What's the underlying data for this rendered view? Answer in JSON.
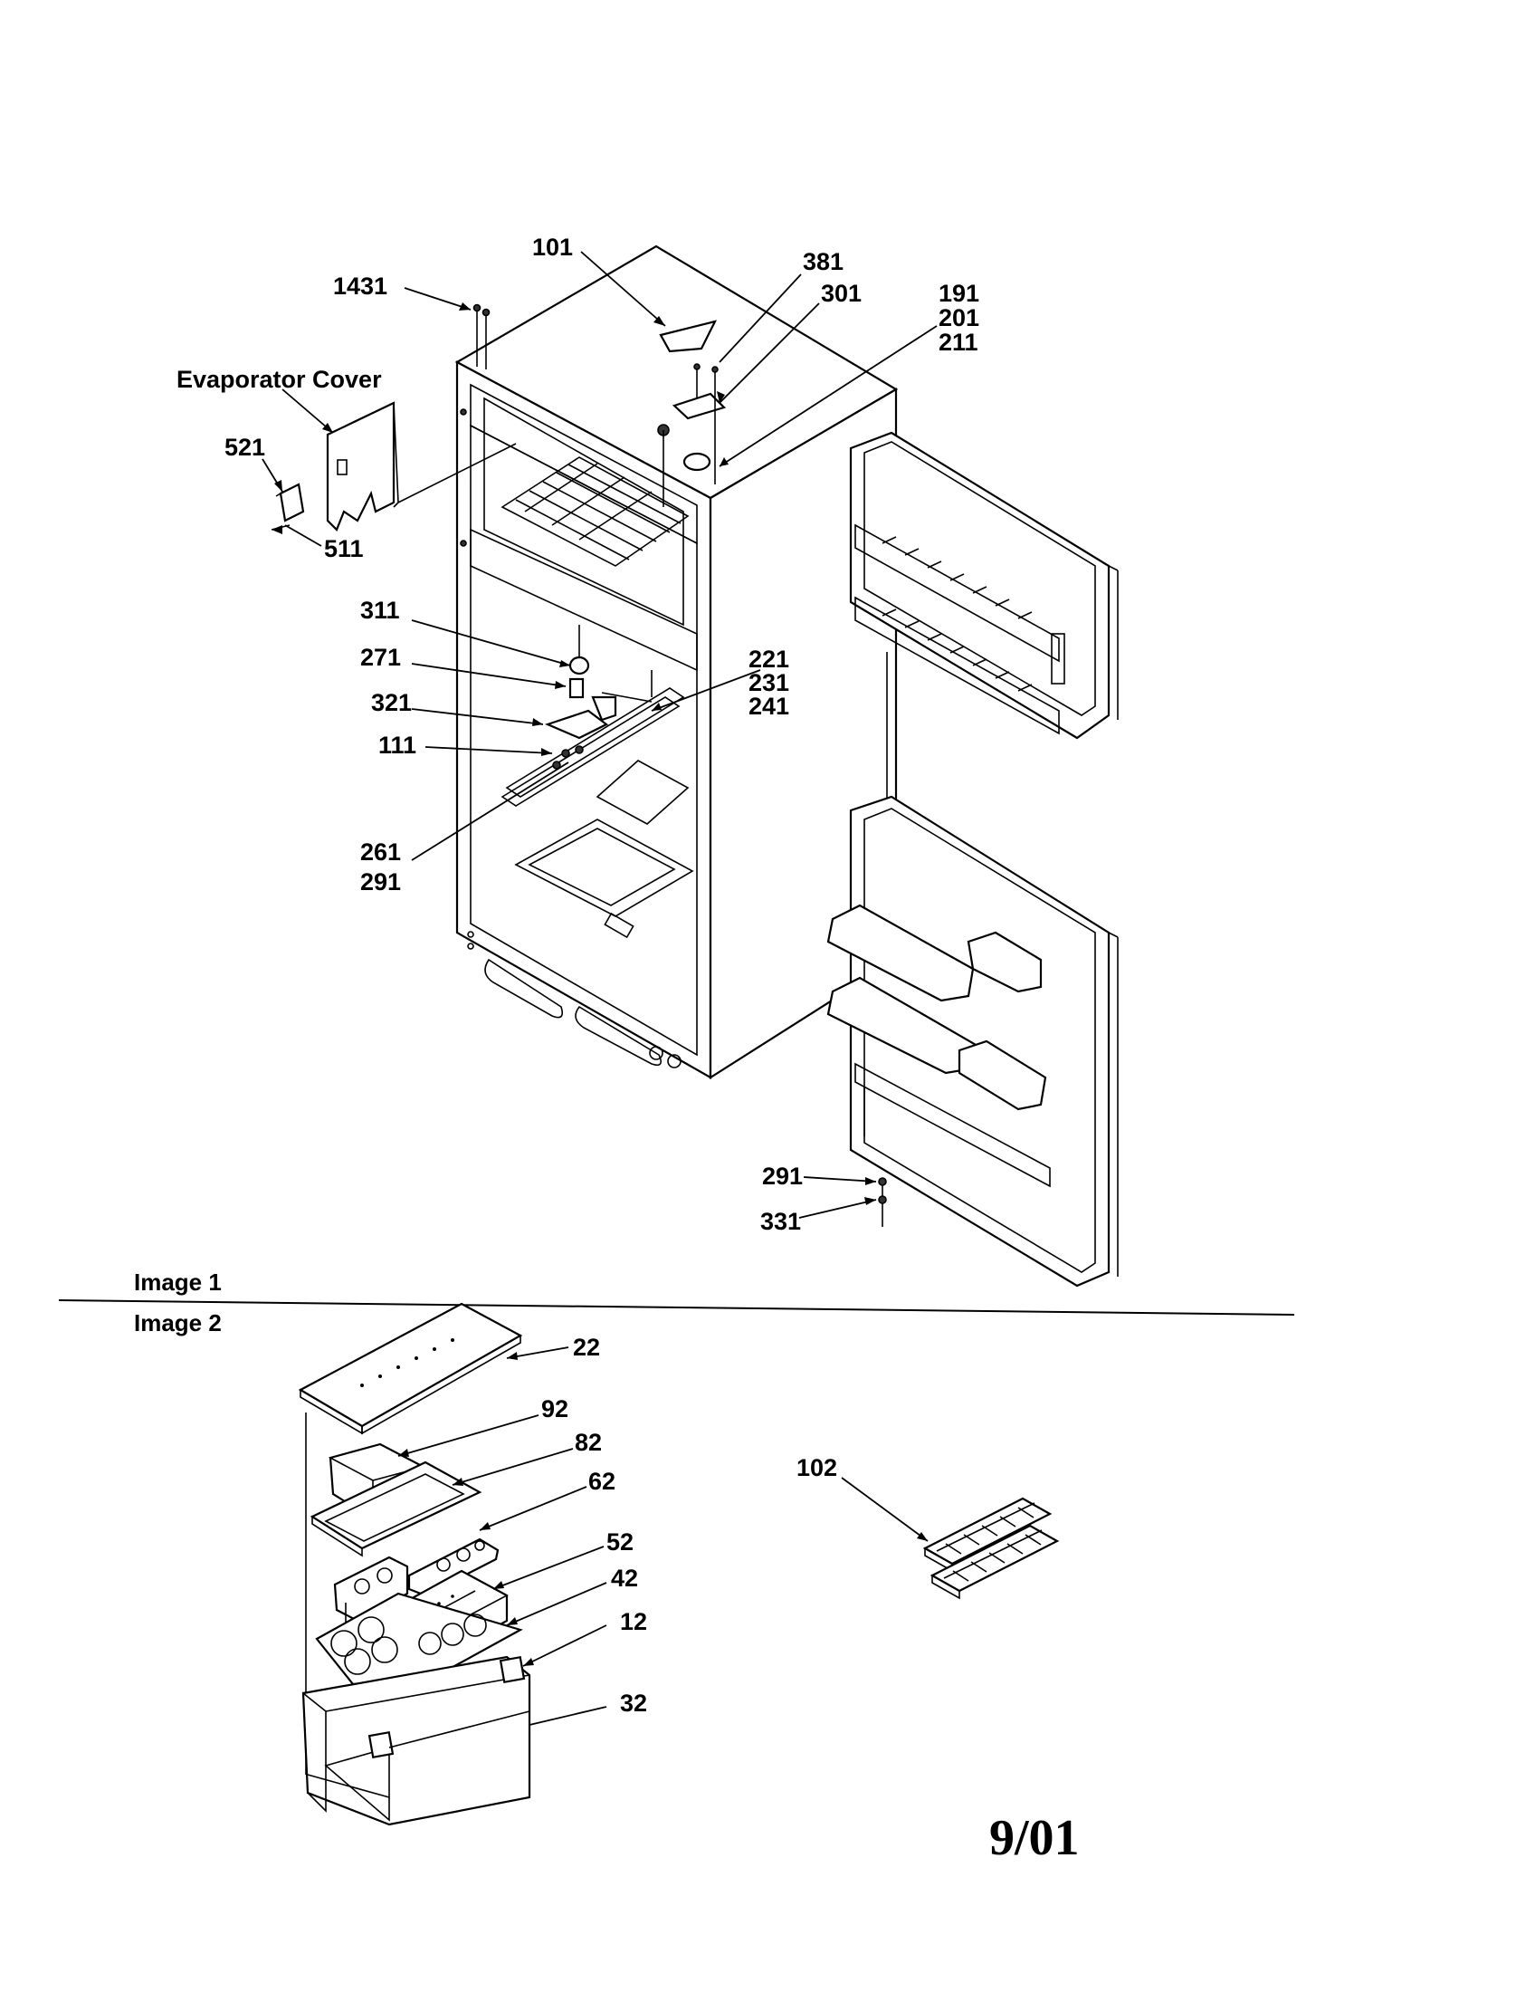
{
  "image1": {
    "caption": "Image 1",
    "labels": {
      "p101": "101",
      "p381": "381",
      "p301": "301",
      "p191": "191",
      "p201": "201",
      "p211": "211",
      "p1431": "1431",
      "evap": "Evaporator Cover",
      "p521": "521",
      "p511": "511",
      "p311": "311",
      "p271": "271",
      "p321": "321",
      "p111": "111",
      "p221": "221",
      "p231": "231",
      "p241": "241",
      "p261": "261",
      "p291a": "291",
      "p291b": "291",
      "p331": "331"
    }
  },
  "image2": {
    "caption": "Image 2",
    "labels": {
      "p22": "22",
      "p92": "92",
      "p82": "82",
      "p62": "62",
      "p52": "52",
      "p42": "42",
      "p12": "12",
      "p32": "32",
      "p102": "102"
    }
  },
  "date": "9/01",
  "marker_color": "#000000"
}
